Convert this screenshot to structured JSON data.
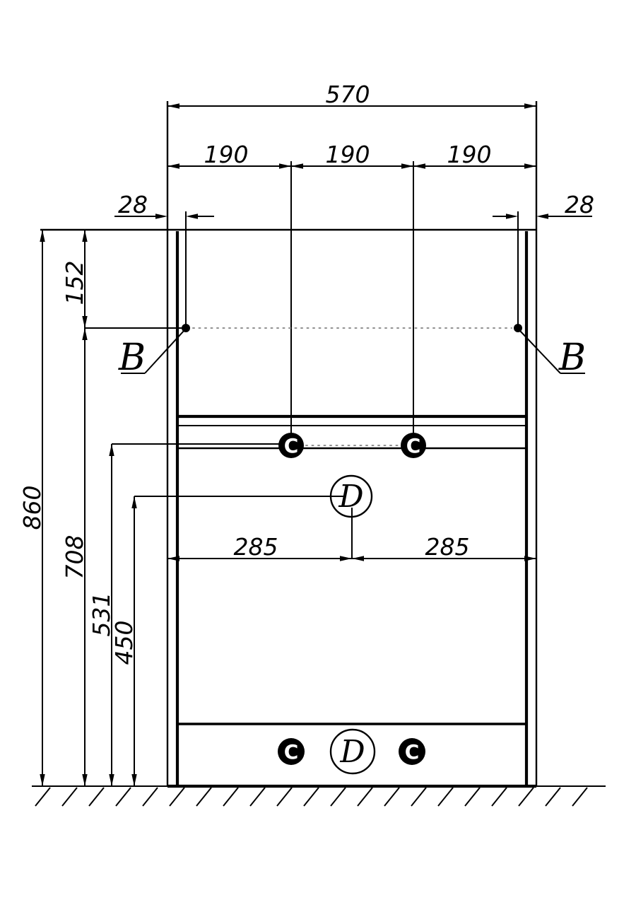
{
  "drawing": {
    "dims": {
      "total_width": "570",
      "section_width": "190",
      "hinge_side_offset": "28",
      "hinge_top_offset": "152",
      "total_height": "860",
      "hinge_line_height": "708",
      "slide_line_height": "531",
      "knob_line_height": "450",
      "half_width": "285"
    },
    "callouts": {
      "hinge": "B",
      "fitting_c": "C",
      "fitting_d": "D"
    },
    "colors": {
      "line": "#000000",
      "background": "#ffffff",
      "centerline_dots": "#909090"
    }
  }
}
